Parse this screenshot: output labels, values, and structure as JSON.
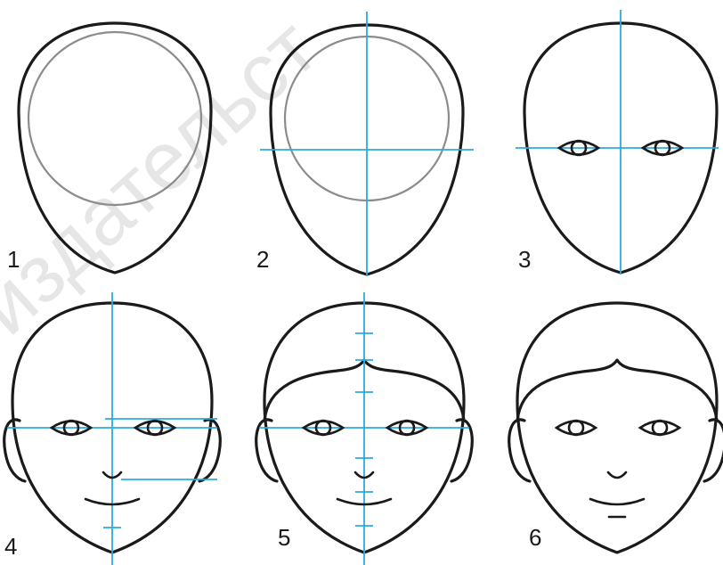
{
  "watermark": "издательст",
  "steps": [
    {
      "number": "1"
    },
    {
      "number": "2"
    },
    {
      "number": "3"
    },
    {
      "number": "4"
    },
    {
      "number": "5"
    },
    {
      "number": "6"
    }
  ],
  "colors": {
    "outline": "#1a1a1a",
    "construction_circle": "#8c8c8c",
    "guide_lines": "#29abe2",
    "watermark": "#e6e6e6"
  }
}
